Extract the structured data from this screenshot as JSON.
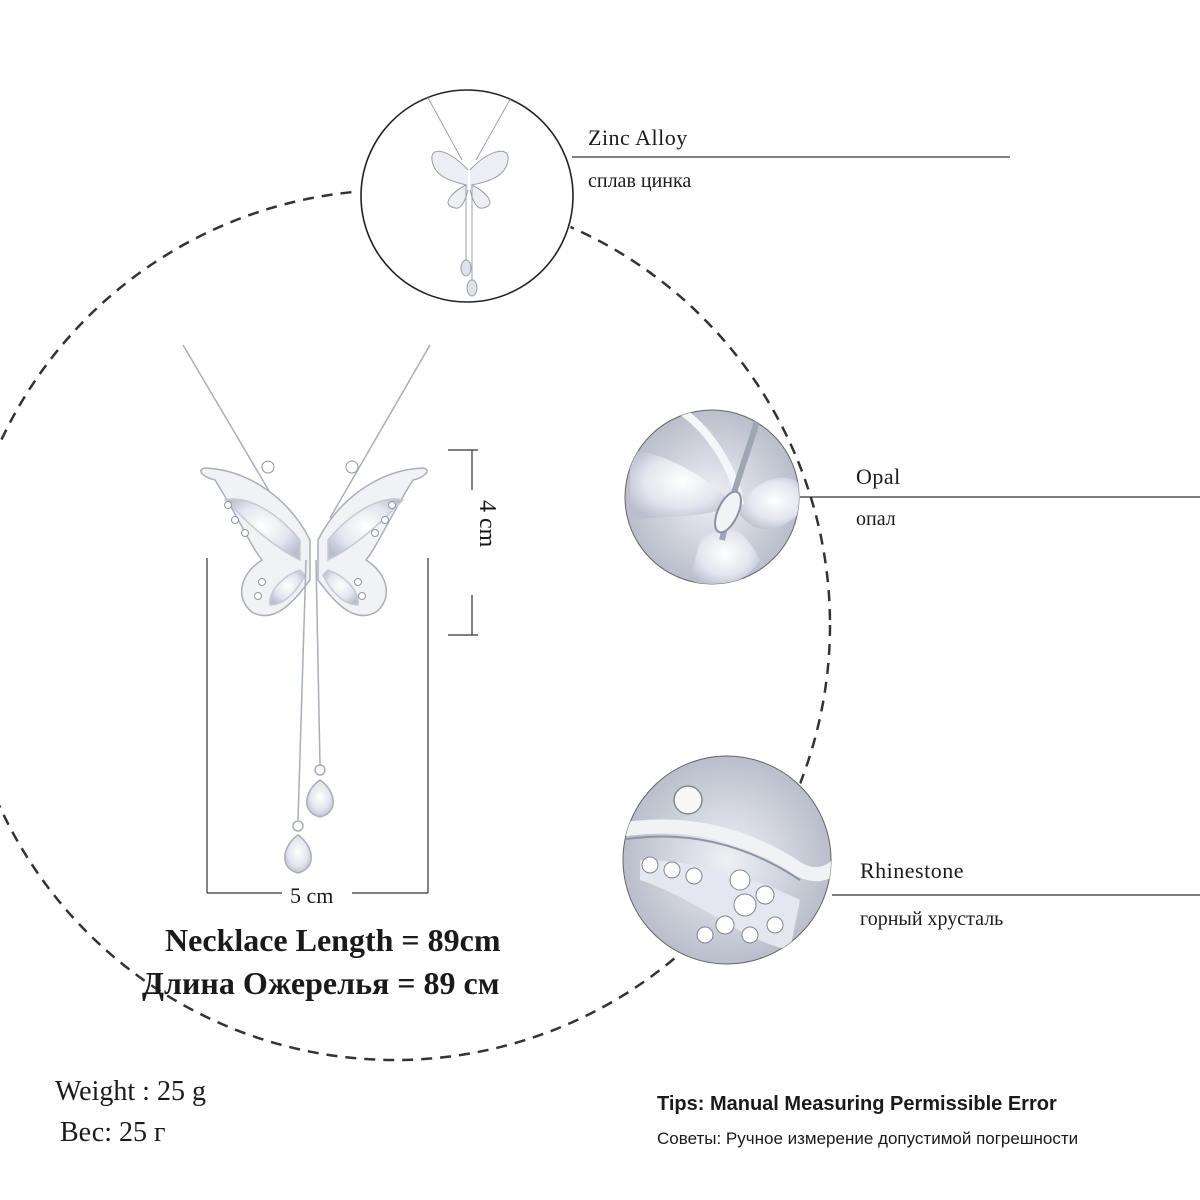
{
  "materials": [
    {
      "label_en": "Zinc Alloy",
      "label_ru": "сплав цинка",
      "icon": "butterfly-necklace-thumbnail"
    },
    {
      "label_en": "Opal",
      "label_ru": "опал",
      "icon": "opal-closeup"
    },
    {
      "label_en": "Rhinestone",
      "label_ru": "горный хрусталь",
      "icon": "rhinestone-closeup"
    }
  ],
  "dimensions": {
    "height": "4 cm",
    "width": "5 cm"
  },
  "necklace_length": {
    "en": "Necklace Length = 89cm",
    "ru": "Длина Ожерелья = 89 см"
  },
  "weight": {
    "en": "Weight : 25 g",
    "ru": "Вес: 25 г"
  },
  "tips": {
    "en": "Tips: Manual Measuring Permissible Error",
    "ru": "Советы: Ручное измерение допустимой погрешности"
  },
  "colors": {
    "opal": "#d9dde6",
    "silver": "#c7cbd3",
    "line": "#1a1a1a"
  }
}
